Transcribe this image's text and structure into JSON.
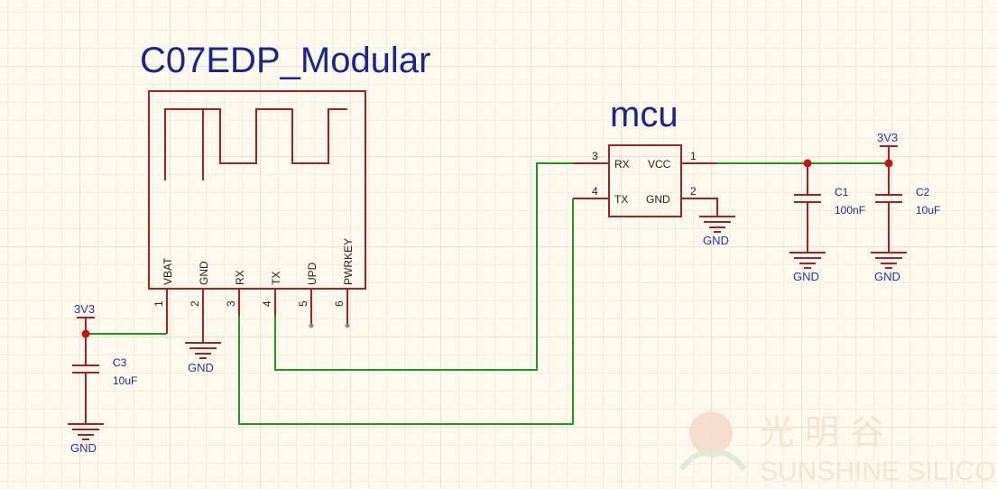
{
  "module": {
    "title": "C07EDP_Modular",
    "pins": [
      {
        "num": "1",
        "name": "VBAT"
      },
      {
        "num": "2",
        "name": "GND"
      },
      {
        "num": "3",
        "name": "RX"
      },
      {
        "num": "4",
        "name": "TX"
      },
      {
        "num": "5",
        "name": "UPD"
      },
      {
        "num": "6",
        "name": "PWRKEY"
      }
    ]
  },
  "mcu": {
    "title": "mcu",
    "pins": [
      {
        "num": "3",
        "name": "RX"
      },
      {
        "num": "4",
        "name": "TX"
      },
      {
        "num": "1",
        "name": "VCC"
      },
      {
        "num": "2",
        "name": "GND"
      }
    ]
  },
  "components": {
    "c1": {
      "ref": "C1",
      "value": "100nF"
    },
    "c2": {
      "ref": "C2",
      "value": "10uF"
    },
    "c3": {
      "ref": "C3",
      "value": "10uF"
    }
  },
  "nets": {
    "power": "3V3",
    "ground": "GND"
  },
  "watermark": {
    "cn": "光 明 谷",
    "en": "SUNSHINE SILICON"
  }
}
